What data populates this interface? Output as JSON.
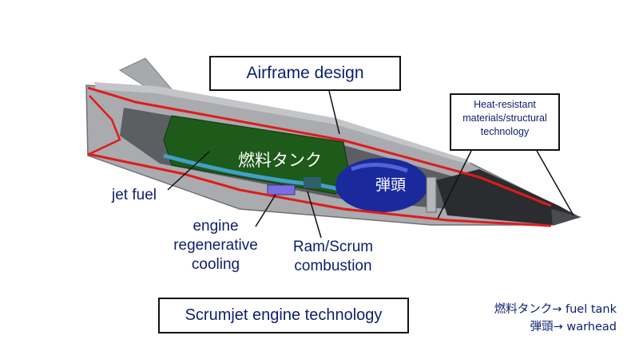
{
  "labels": {
    "airframe": "Airframe design",
    "heat_line1": "Heat-resistant",
    "heat_line2": "materials/structural",
    "heat_line3": "technology",
    "jet_fuel": "jet fuel",
    "engine_line1": "engine",
    "engine_line2": "regenerative",
    "engine_line3": "cooling",
    "ram_line1": "Ram/Scrum",
    "ram_line2": "combustion",
    "scramjet": "Scrumjet engine technology",
    "fuel_tank_jp": "燃料タンク",
    "warhead_jp": "弾頭"
  },
  "legend": {
    "line1": "燃料タンク→ fuel tank",
    "line2": "弾頭→ warhead"
  },
  "colors": {
    "text": "#0b1f6e",
    "airframe_gray": "#a9abae",
    "fuel_tank_green": "#1e5a1a",
    "warhead_blue": "#1a2a9c",
    "red_trim": "#e01b1b"
  }
}
